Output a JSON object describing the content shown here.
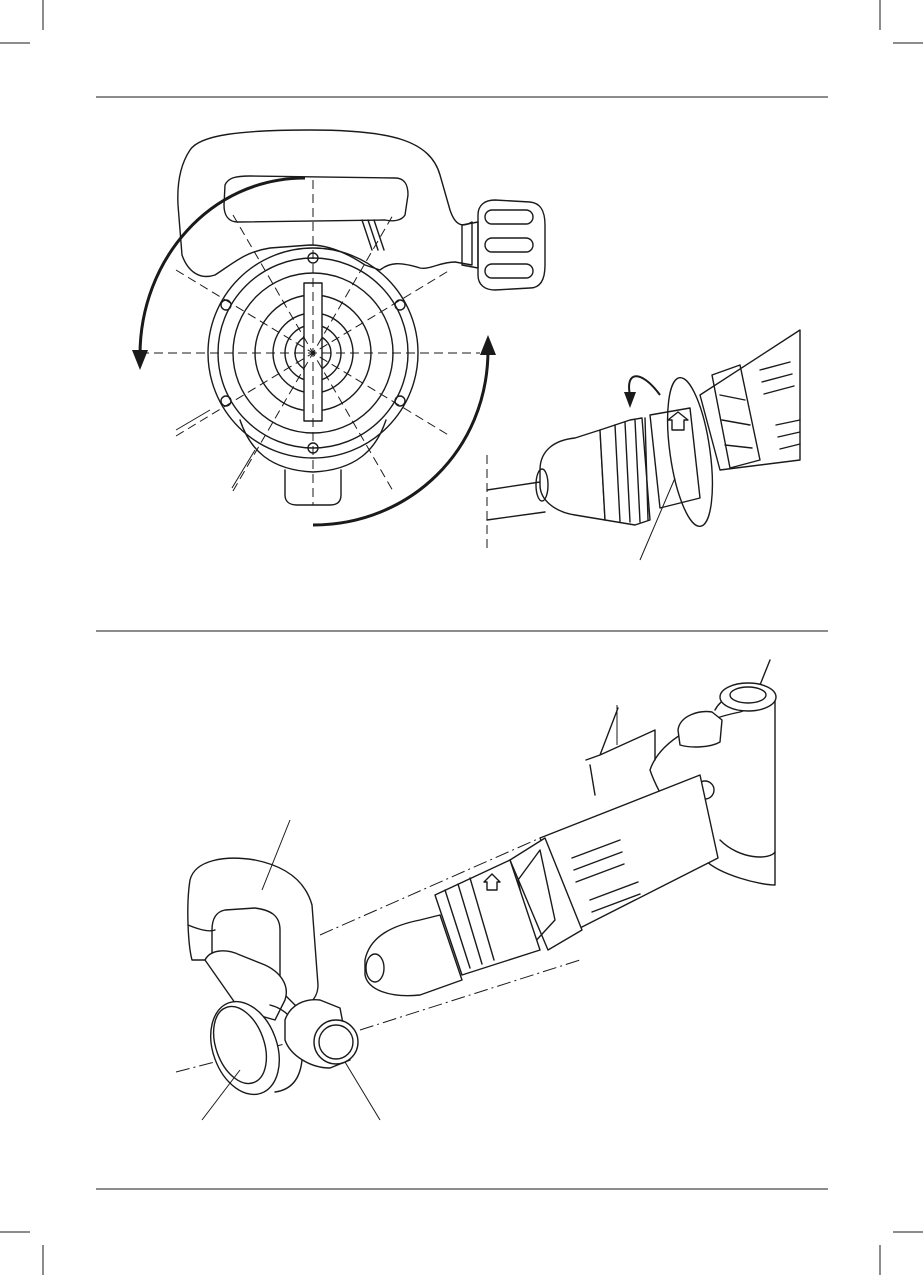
{
  "page": {
    "description_labels": []
  },
  "colors": {
    "ink": "#1a1a1a",
    "paper": "#ffffff"
  },
  "figures": [
    {
      "id": "fig-top-left",
      "icon": "side-handle-rotation-diagram"
    },
    {
      "id": "fig-top-right",
      "icon": "chuck-rotation-diagram"
    },
    {
      "id": "fig-bottom",
      "icon": "side-handle-assembly-diagram"
    }
  ]
}
